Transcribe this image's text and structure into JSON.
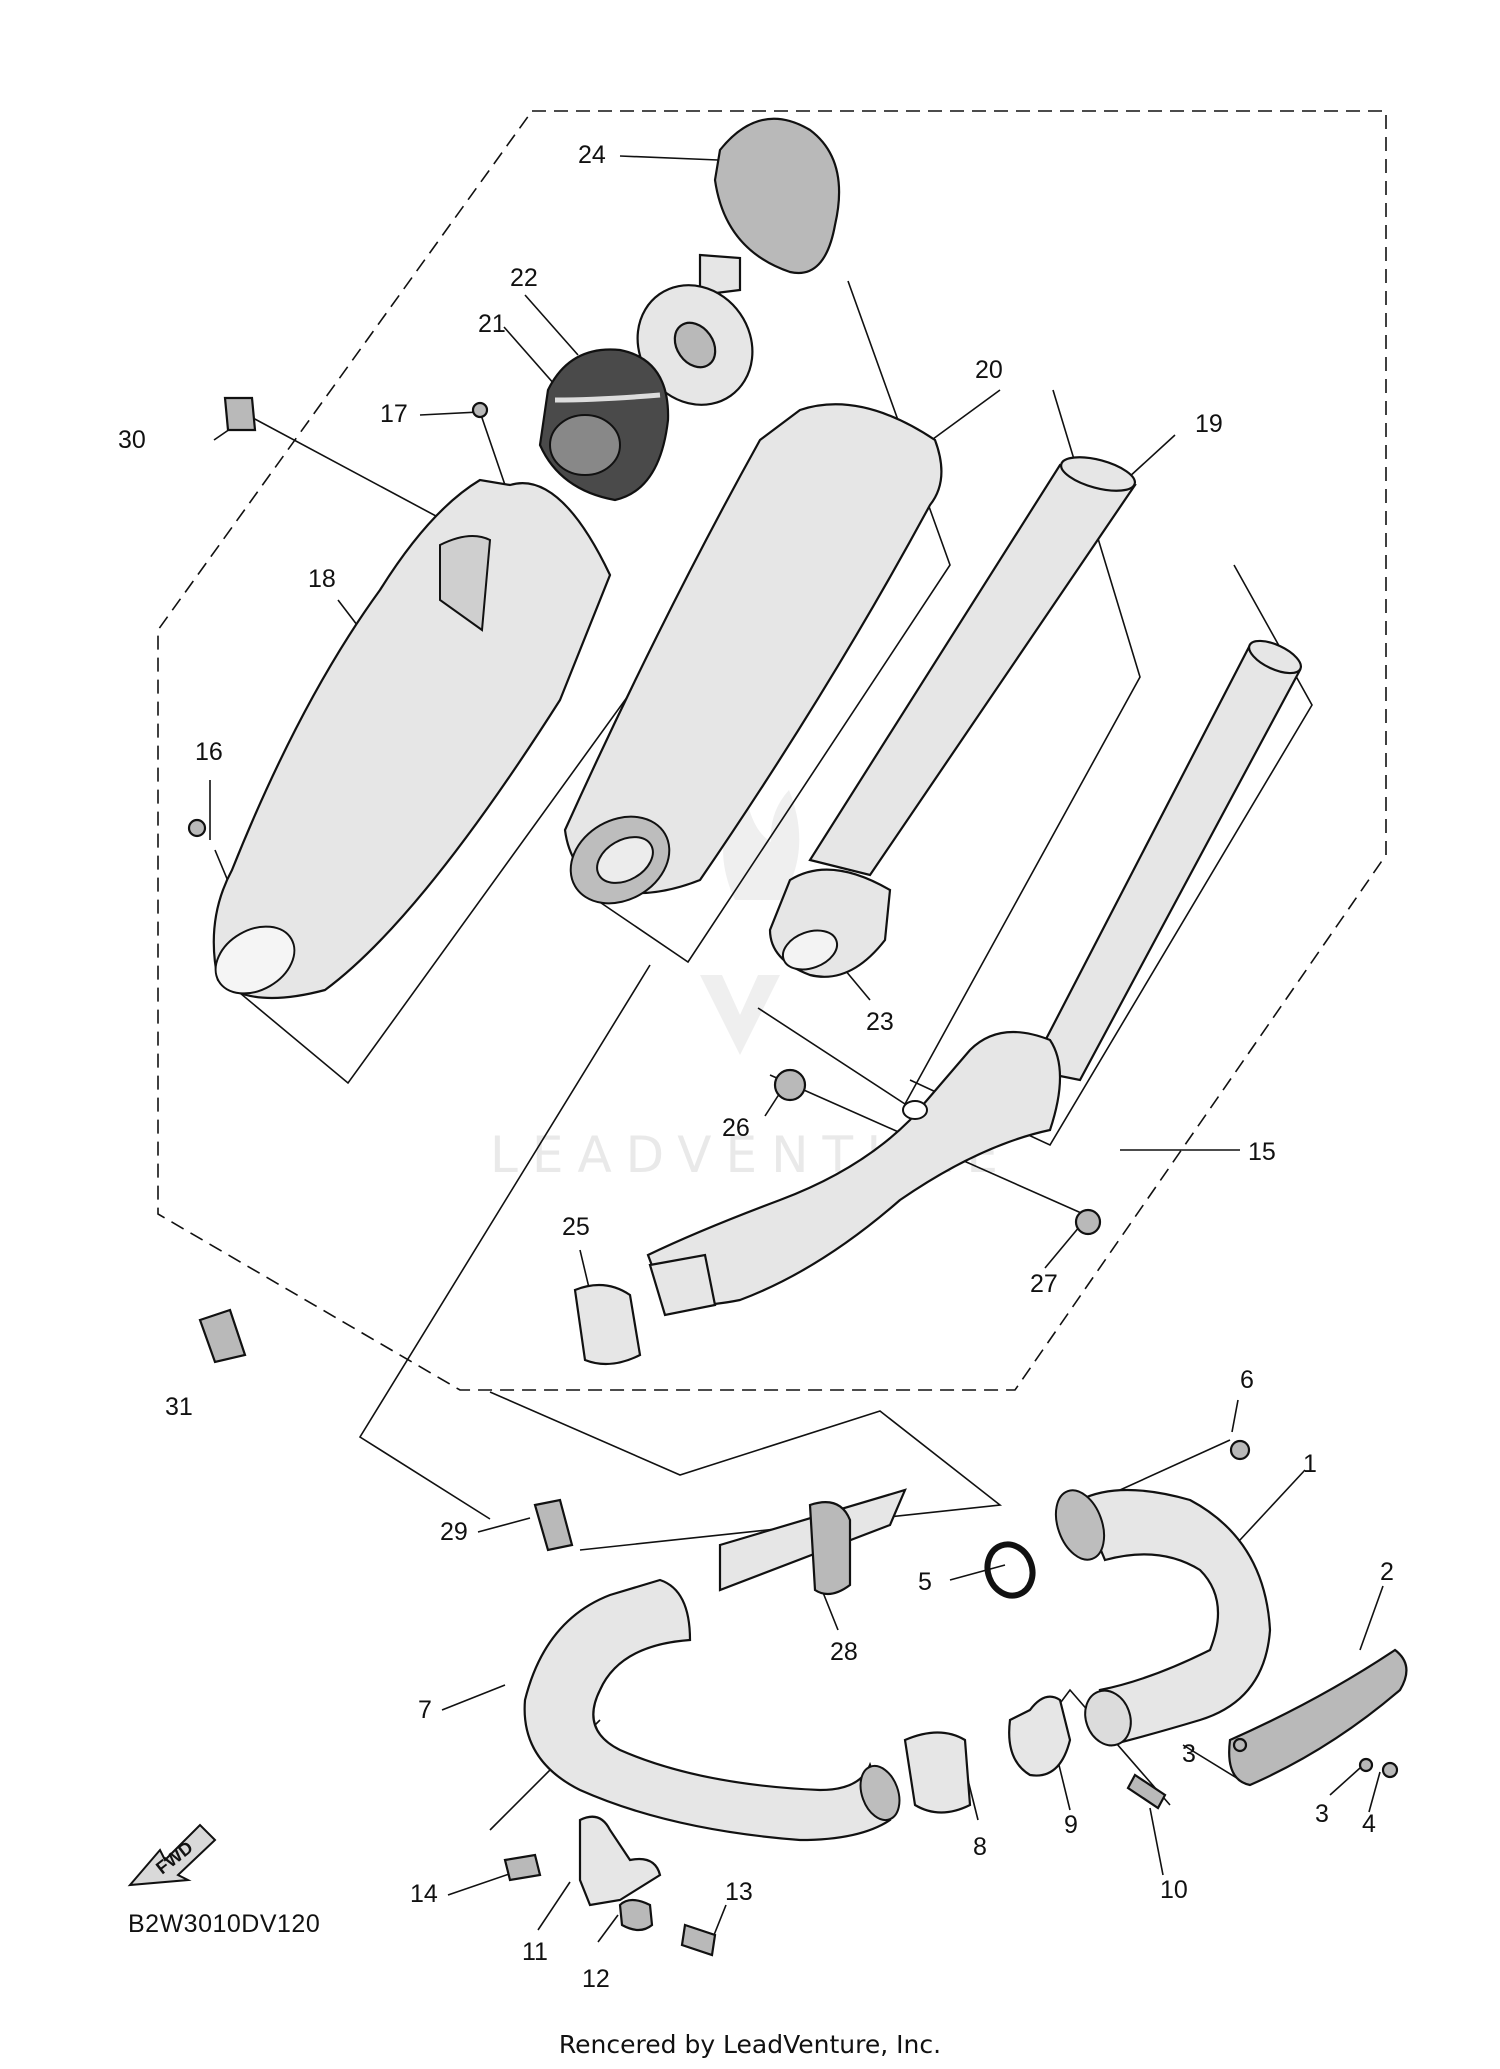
{
  "diagram": {
    "drawing_code": "B2W3010DV120",
    "footer": "Rencered by LeadVenture, Inc.",
    "watermark": "LEADVENTURE",
    "forward_label": "FWD",
    "callouts": [
      {
        "id": "c1",
        "label": "1"
      },
      {
        "id": "c2",
        "label": "2"
      },
      {
        "id": "c3a",
        "label": "3"
      },
      {
        "id": "c3b",
        "label": "3"
      },
      {
        "id": "c4",
        "label": "4"
      },
      {
        "id": "c5",
        "label": "5"
      },
      {
        "id": "c6",
        "label": "6"
      },
      {
        "id": "c7",
        "label": "7"
      },
      {
        "id": "c8",
        "label": "8"
      },
      {
        "id": "c9",
        "label": "9"
      },
      {
        "id": "c10",
        "label": "10"
      },
      {
        "id": "c11",
        "label": "11"
      },
      {
        "id": "c12",
        "label": "12"
      },
      {
        "id": "c13",
        "label": "13"
      },
      {
        "id": "c14",
        "label": "14"
      },
      {
        "id": "c15",
        "label": "15"
      },
      {
        "id": "c16",
        "label": "16"
      },
      {
        "id": "c17",
        "label": "17"
      },
      {
        "id": "c18",
        "label": "18"
      },
      {
        "id": "c19",
        "label": "19"
      },
      {
        "id": "c20",
        "label": "20"
      },
      {
        "id": "c21",
        "label": "21"
      },
      {
        "id": "c22",
        "label": "22"
      },
      {
        "id": "c23",
        "label": "23"
      },
      {
        "id": "c24",
        "label": "24"
      },
      {
        "id": "c25",
        "label": "25"
      },
      {
        "id": "c26",
        "label": "26"
      },
      {
        "id": "c27",
        "label": "27"
      },
      {
        "id": "c28",
        "label": "28"
      },
      {
        "id": "c29",
        "label": "29"
      },
      {
        "id": "c30",
        "label": "30"
      },
      {
        "id": "c31",
        "label": "31"
      }
    ]
  }
}
